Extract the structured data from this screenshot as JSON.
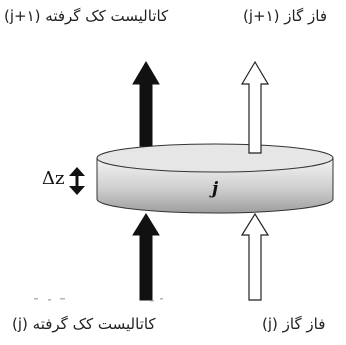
{
  "labels": {
    "top_left": "کاتالیست کک گرفته (j+۱)",
    "top_right": "فاز گاز (j+۱)",
    "bottom_left": "کاتالیست کک گرفته (j)",
    "bottom_right": "فاز گاز (j)"
  },
  "disk": {
    "label": "j",
    "height_symbol": "Δz"
  },
  "colors": {
    "solid_arrow": "#111111",
    "hollow_arrow_fill": "#ffffff",
    "hollow_arrow_stroke": "#222222",
    "disk_top": "#e6e6e6",
    "disk_side_light": "#f4f4f4",
    "disk_side_dark": "#9e9e9e"
  }
}
